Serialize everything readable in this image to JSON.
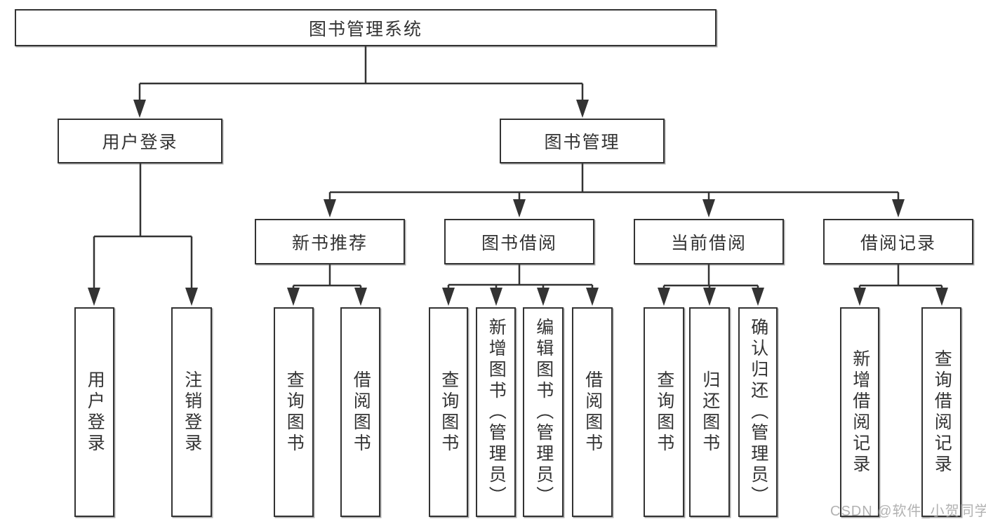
{
  "diagram": {
    "title": "图书管理系统",
    "nodes": {
      "root": "图书管理系统",
      "user_login": "用户登录",
      "book_mgmt": "图书管理",
      "new_book_rec": "新书推荐",
      "book_borrow": "图书借阅",
      "current_borrow": "当前借阅",
      "borrow_record": "借阅记录",
      "ul_user_login": "用户登录",
      "ul_logout": "注销登录",
      "nb_query_book": "查询图书",
      "nb_borrow_book": "借阅图书",
      "bb_query_book": "查询图书",
      "bb_add_book": "新增图书（管理员）",
      "bb_edit_book": "编辑图书（管理员）",
      "bb_borrow_book": "借阅图书",
      "cb_query_book": "查询图书",
      "cb_return_book": "归还图书",
      "cb_confirm_return": "确认归还（管理员）",
      "br_add_record": "新增借阅记录",
      "br_query_record": "查询借阅记录"
    },
    "edges": [
      [
        "root",
        "user_login"
      ],
      [
        "root",
        "book_mgmt"
      ],
      [
        "user_login",
        "ul_user_login"
      ],
      [
        "user_login",
        "ul_logout"
      ],
      [
        "book_mgmt",
        "new_book_rec"
      ],
      [
        "book_mgmt",
        "book_borrow"
      ],
      [
        "book_mgmt",
        "current_borrow"
      ],
      [
        "book_mgmt",
        "borrow_record"
      ],
      [
        "new_book_rec",
        "nb_query_book"
      ],
      [
        "new_book_rec",
        "nb_borrow_book"
      ],
      [
        "book_borrow",
        "bb_query_book"
      ],
      [
        "book_borrow",
        "bb_add_book"
      ],
      [
        "book_borrow",
        "bb_edit_book"
      ],
      [
        "book_borrow",
        "bb_borrow_book"
      ],
      [
        "current_borrow",
        "cb_query_book"
      ],
      [
        "current_borrow",
        "cb_return_book"
      ],
      [
        "current_borrow",
        "cb_confirm_return"
      ],
      [
        "borrow_record",
        "br_add_record"
      ],
      [
        "borrow_record",
        "br_query_record"
      ]
    ],
    "colors": {
      "line": "#333333",
      "box_border": "#333333",
      "text": "#333333",
      "background": "#ffffff",
      "watermark": "#a5a5a5"
    }
  },
  "watermark": {
    "text": "CSDN @软件_小贺同学"
  }
}
